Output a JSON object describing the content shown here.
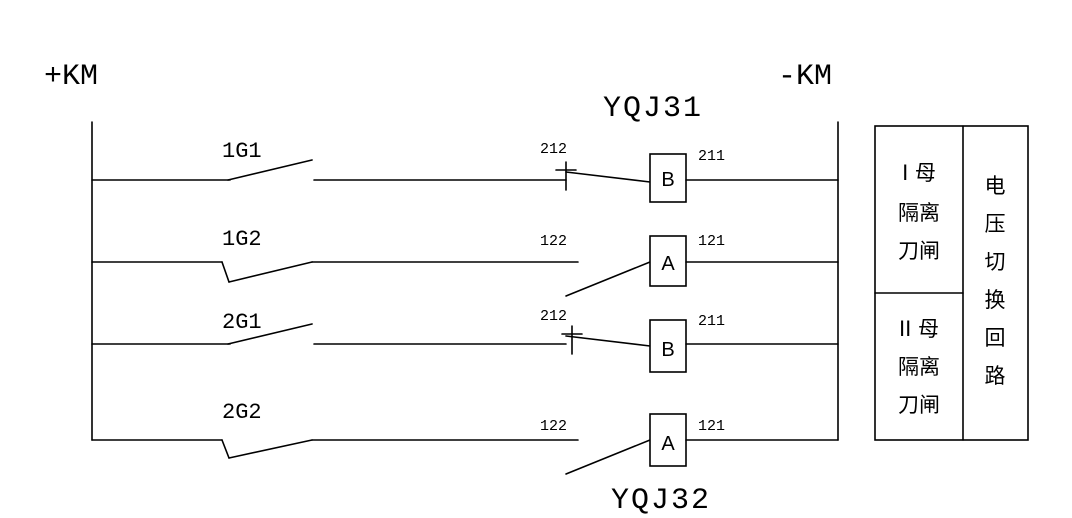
{
  "rails": {
    "positive": "+KM",
    "negative": "-KM"
  },
  "relays": {
    "top": "YQJ31",
    "bottom": "YQJ32"
  },
  "rows": [
    {
      "switch": "1G1",
      "contact_in": "212",
      "coil": "B",
      "contact_out": "211"
    },
    {
      "switch": "1G2",
      "contact_in": "122",
      "coil": "A",
      "contact_out": "121"
    },
    {
      "switch": "2G1",
      "contact_in": "212",
      "coil": "B",
      "contact_out": "211"
    },
    {
      "switch": "2G2",
      "contact_in": "122",
      "coil": "A",
      "contact_out": "121"
    }
  ],
  "legend": {
    "bus1": [
      "I 母",
      "隔离",
      "刀闸"
    ],
    "bus2": [
      "II 母",
      "隔离",
      "刀闸"
    ],
    "circuit": [
      "电",
      "压",
      "切",
      "换",
      "回",
      "路"
    ]
  }
}
